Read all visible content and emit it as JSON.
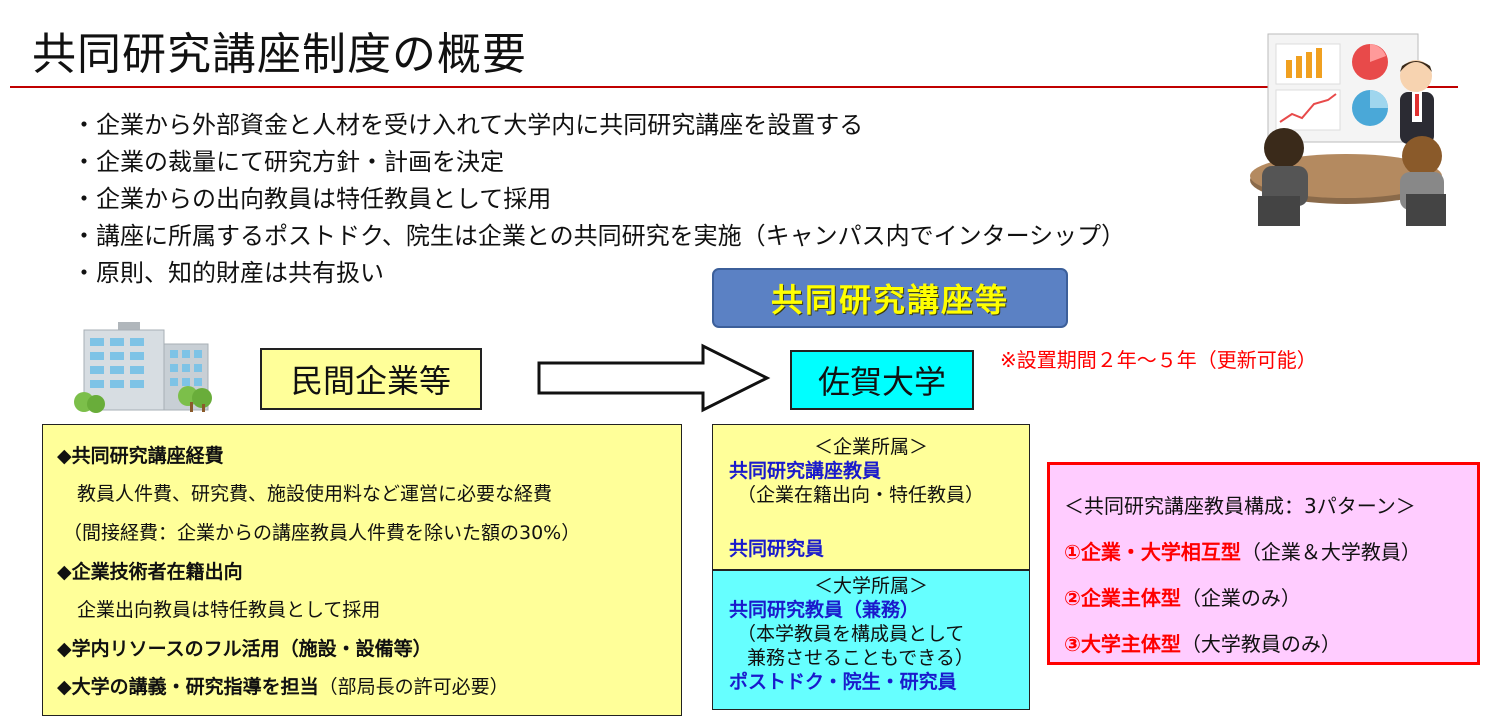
{
  "title": "共同研究講座制度の概要",
  "bullets": [
    "企業から外部資金と人材を受け入れて大学内に共同研究講座を設置する",
    "企業の裁量にて研究方針・計画を決定",
    "企業からの出向教員は特任教員として採用",
    "講座に所属するポストドク、院生は企業との共同研究を実施（キャンパス内でインターシップ）",
    "原則、知的財産は共有扱い"
  ],
  "header_box": "共同研究講座等",
  "company_label": "民間企業等",
  "university_label": "佐賀大学",
  "period_note": "※設置期間２年～５年（更新可能）",
  "company_details": {
    "h1": "◆共同研究講座経費",
    "s1": "教員人件費、研究費、施設使用料など運営に必要な経費",
    "s2": "（間接経費：企業からの講座教員人件費を除いた額の30%）",
    "h2": "◆企業技術者在籍出向",
    "s3": "企業出向教員は特任教員として採用",
    "h3": "◆学内リソースのフル活用（施設・設備等）",
    "h4": "◆大学の講義・研究指導を担当",
    "h4_note": "（部局長の許可必要）"
  },
  "university_details": {
    "company_affiliation": {
      "heading": "＜企業所属＞",
      "role1": "共同研究講座教員",
      "role1_note": "（企業在籍出向・特任教員）",
      "role2": "共同研究員"
    },
    "university_affiliation": {
      "heading": "＜大学所属＞",
      "role1": "共同研究教員（兼務）",
      "note1": "（本学教員を構成員として",
      "note2": "兼務させることもできる）",
      "role2": "ポストドク・院生・研究員"
    }
  },
  "patterns": {
    "heading": "＜共同研究講座教員構成：3パターン＞",
    "items": [
      {
        "label": "①企業・大学相互型",
        "note": "（企業＆大学教員）"
      },
      {
        "label": "②企業主体型",
        "note": "（企業のみ）"
      },
      {
        "label": "③大学主体型",
        "note": "（大学教員のみ）"
      }
    ]
  },
  "colors": {
    "accent_red": "#ff0000",
    "yellow_box": "#ffff99",
    "cyan_box": "#00ffff",
    "pink_box": "#ffccff",
    "blue_header": "#5b81c4",
    "header_text": "#ffff00"
  }
}
